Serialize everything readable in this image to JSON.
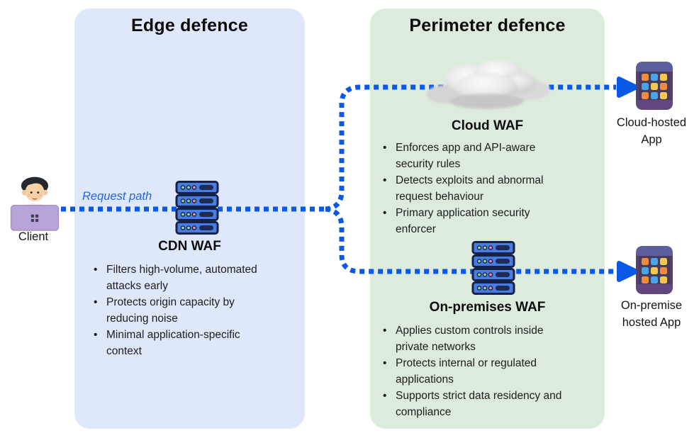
{
  "panels": {
    "edge": {
      "title": "Edge defence",
      "waf": {
        "label": "CDN WAF",
        "bullets": [
          "Filters high-volume, automated\nattacks early",
          "Protects origin capacity by\nreducing noise",
          "Minimal application-specific\ncontext"
        ]
      }
    },
    "perimeter": {
      "title": "Perimeter defence",
      "cloud_waf": {
        "label": "Cloud WAF",
        "bullets": [
          "Enforces app and API-aware\nsecurity rules",
          "Detects exploits and abnormal\nrequest behaviour",
          "Primary application security\nenforcer"
        ]
      },
      "onprem_waf": {
        "label": "On-premises WAF",
        "bullets": [
          "Applies custom controls inside\nprivate networks",
          "Protects internal or regulated\napplications",
          "Supports strict data residency and\ncompliance"
        ]
      }
    }
  },
  "client": {
    "label": "Client"
  },
  "flow": {
    "request_path_label": "Request path"
  },
  "endpoints": {
    "cloud_app": {
      "label": "Cloud-hosted\nApp"
    },
    "onprem_app": {
      "label": "On-premise\nhosted App"
    }
  },
  "icons": [
    "client-person-laptop-icon",
    "server-rack-icon",
    "cloud-icon",
    "app-grid-tablet-icon",
    "arrow-right-icon"
  ],
  "colors": {
    "edge_panel_bg": "#dfe7fb",
    "perimeter_panel_bg": "#ddebdc",
    "arrow_blue": "#0a58e6",
    "request_path_text": "#2565e1",
    "server_body": "#4a7de2",
    "server_outline": "#162247",
    "app_body": "#53406e",
    "laptop": "#b7a4d8",
    "title_text": "#0c0c0c",
    "body_text": "#1d1d1d"
  }
}
